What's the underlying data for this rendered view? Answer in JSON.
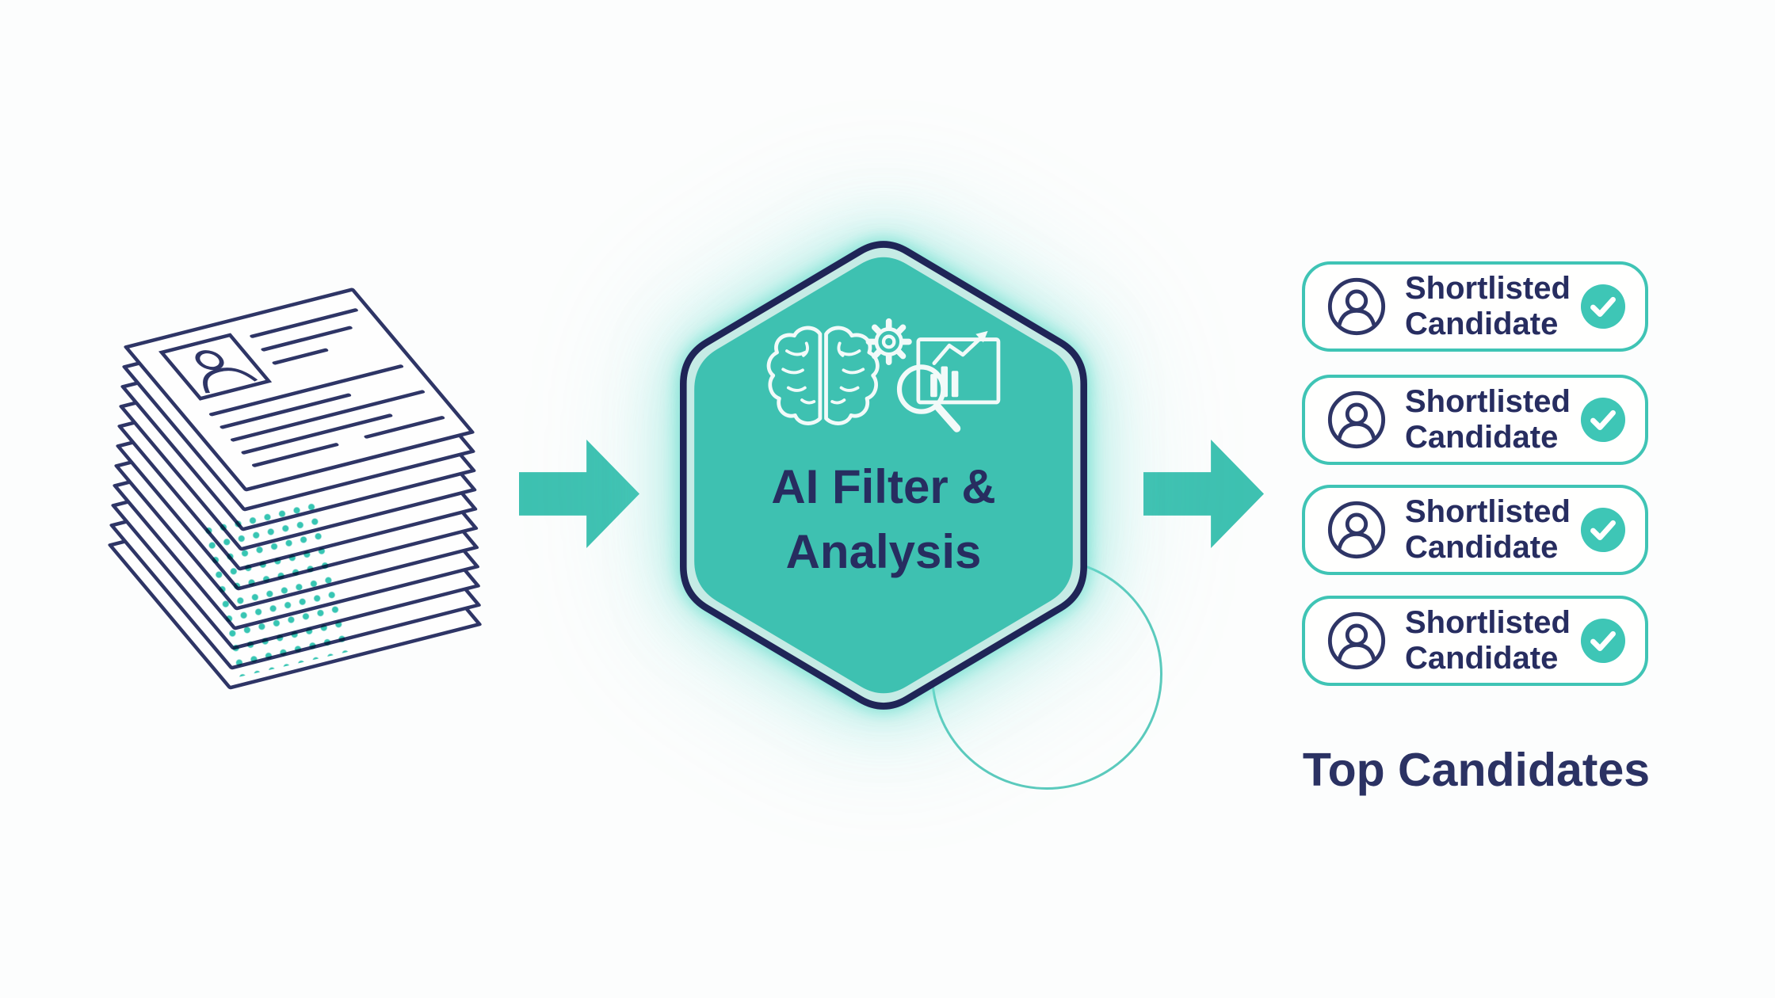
{
  "colors": {
    "teal": "#3EC1B1",
    "navy": "#272D60",
    "mint": "#C5EBE5",
    "card_border": "#3FC4B5",
    "background": "#FCFDFD",
    "line_art_navy": "#2E3566",
    "icon_white": "#F2FAF9"
  },
  "pipeline": {
    "input": {
      "icon": "resume-stack-icon"
    },
    "process": {
      "title_line1": "AI Filter &",
      "title_line2": "Analysis",
      "icons": [
        "brain-icon",
        "gear-icon",
        "magnifying-glass-icon",
        "bar-chart-icon"
      ]
    },
    "output": {
      "heading": "Top Candidates",
      "cards": [
        {
          "line1": "Shortlisted",
          "line2": "Candidate",
          "status_icon": "check-icon"
        },
        {
          "line1": "Shortlisted",
          "line2": "Candidate",
          "status_icon": "check-icon"
        },
        {
          "line1": "Shortlisted",
          "line2": "Candidate",
          "status_icon": "check-icon"
        },
        {
          "line1": "Shortlisted",
          "line2": "Candidate",
          "status_icon": "check-icon"
        }
      ]
    }
  }
}
